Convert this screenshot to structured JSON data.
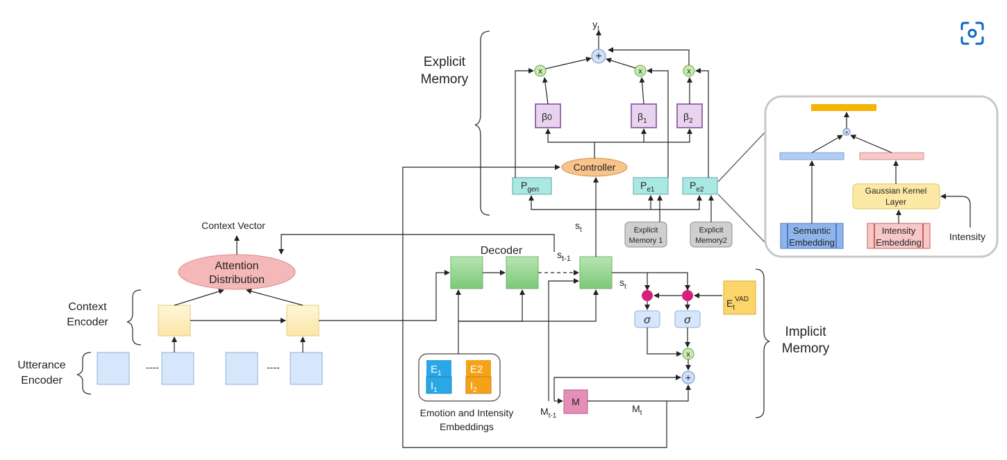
{
  "labels": {
    "explicit_memory": [
      "Explicit",
      "Memory"
    ],
    "implicit_memory": [
      "Implicit",
      "Memory"
    ],
    "context_vector": "Context Vector",
    "attention": [
      "Attention",
      "Distribution"
    ],
    "context_encoder": [
      "Context",
      "Encoder"
    ],
    "utterance_encoder": [
      "Utterance",
      "Encoder"
    ],
    "decoder": "Decoder",
    "controller": "Controller",
    "emotion_embeddings": [
      "Emotion and Intensity",
      "Embeddings"
    ],
    "explicit_memory_1": [
      "Explicit",
      "Memory 1"
    ],
    "explicit_memory_2": [
      "Explicit",
      "Memory2"
    ],
    "gaussian": [
      "Gaussian Kernel",
      "Layer"
    ],
    "semantic": [
      "Semantic",
      "Embedding"
    ],
    "intensity_emb": [
      "Intensity",
      "Embedding"
    ],
    "intensity": "Intensity",
    "dots": "----",
    "m_box": "M",
    "sigma": "σ",
    "plus": "+",
    "times": "x"
  },
  "math": {
    "y": {
      "base": "y",
      "sub": "t"
    },
    "s_t_top": {
      "base": "s",
      "sub": "t"
    },
    "s_t1": {
      "base": "s",
      "sub": "t-1"
    },
    "s_t_right": {
      "base": "s",
      "sub": "t"
    },
    "M_t1": {
      "base": "M",
      "sub": "t-1"
    },
    "M_t": {
      "base": "M",
      "sub": "t"
    },
    "p_gen": {
      "base": "P",
      "sub": "gen"
    },
    "p_e1": {
      "base": "P",
      "sub": "e1"
    },
    "p_e2": {
      "base": "P",
      "sub": "e2"
    },
    "beta0": {
      "base": "β",
      "sub": "0"
    },
    "beta1": {
      "base": "β",
      "sub": "1"
    },
    "beta2": {
      "base": "β",
      "sub": "2"
    },
    "e_vad": {
      "base": "E",
      "sub": "t",
      "sup": "VAD"
    },
    "e1": {
      "base": "E",
      "sub": "1"
    },
    "i1": {
      "base": "I",
      "sub": "1"
    },
    "e2": {
      "base": "E2",
      "sub": ""
    },
    "i2": {
      "base": "I",
      "sub": "2"
    }
  },
  "icons": {
    "scan": "scan-icon"
  },
  "colors": {
    "accent": "#0a66c2",
    "decoder": "#8fd18a",
    "encoder": "#fdefc2",
    "utterance": "#d6e6fb",
    "attention": "#f4b8b8",
    "controller": "#f8c48c",
    "p_box": "#a9e8e3",
    "beta": "#e8d4ef",
    "memory_box": "#cfcfcf",
    "magenta": "#d6217a",
    "m_box": "#e58fb8",
    "vad": "#fbd56a",
    "orange_bar": "#f5b400",
    "blue_bar": "#b3cdf2",
    "pink_bar": "#f6c8c8",
    "e_blue": "#29a7e6",
    "e_orange": "#f5a21b"
  }
}
